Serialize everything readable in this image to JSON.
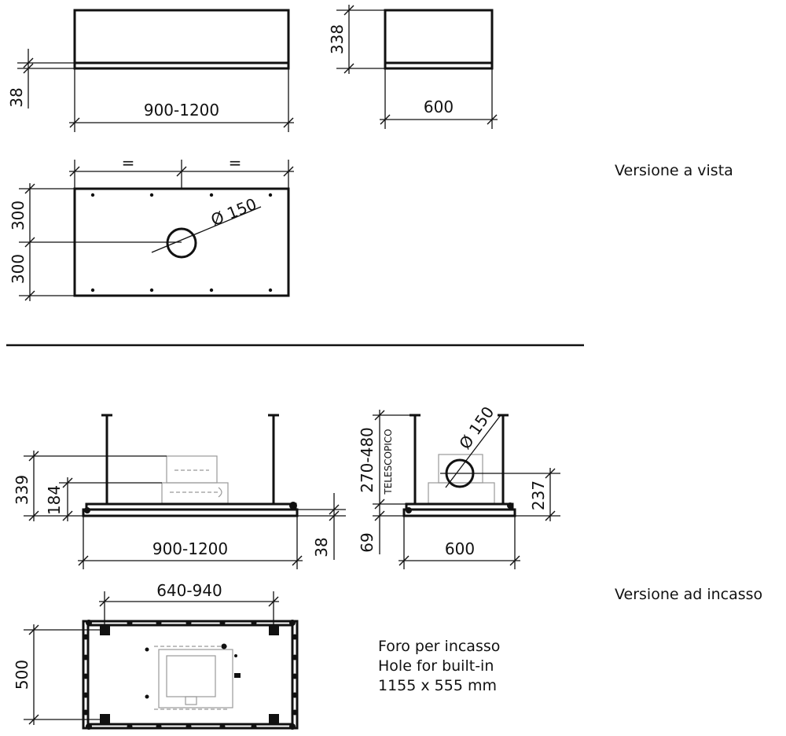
{
  "labels": {
    "version_visible": "Versione a vista",
    "version_builtin": "Versione ad incasso"
  },
  "dims": {
    "top_front_width": "900-1200",
    "top_front_thickness": "38",
    "top_side_height": "338",
    "top_side_width": "600",
    "plan_equal_left": "=",
    "plan_equal_right": "=",
    "plan_diameter": "Ø 150",
    "plan_depth_upper": "300",
    "plan_depth_lower": "300",
    "inc_front_339": "339",
    "inc_front_184": "184",
    "inc_front_width": "900-1200",
    "inc_front_38": "38",
    "inc_side_telescopic_range": "270-480",
    "inc_side_telescopic": "TELESCOPICO",
    "inc_side_diameter": "Ø 150",
    "inc_side_237": "237",
    "inc_side_69": "69",
    "inc_side_width": "600",
    "inc_plan_width": "640-940",
    "inc_plan_depth": "500"
  },
  "hole_note": {
    "line1": "Foro per incasso",
    "line2": "Hole for built-in",
    "line3": "1155 x 555 mm"
  }
}
